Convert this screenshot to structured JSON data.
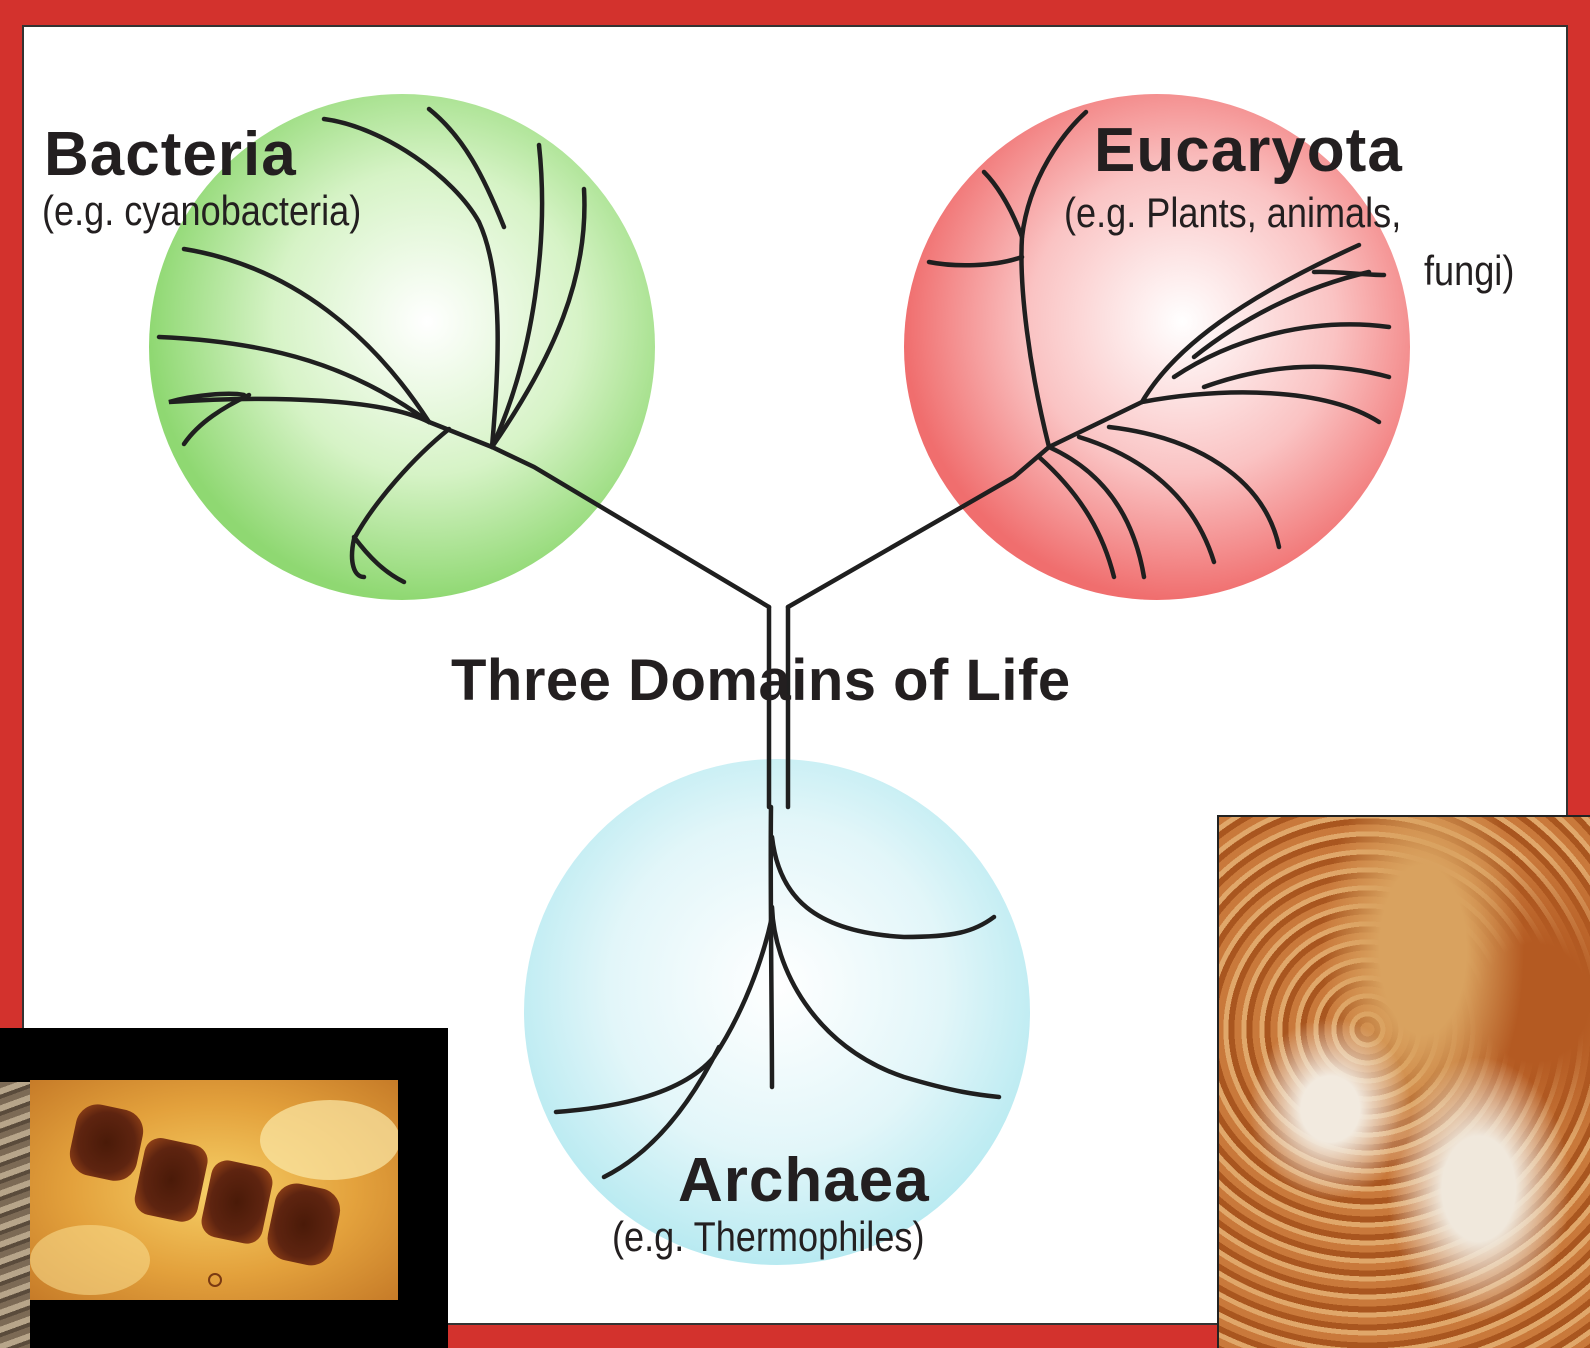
{
  "diagram": {
    "center_title": "Three Domains of Life",
    "domains": [
      {
        "name": "Bacteria",
        "example": "(e.g. cyanobacteria)",
        "color": "#8bd66a"
      },
      {
        "name": "Eucaryota",
        "example_line1": "(e.g. Plants, animals,",
        "example_line2": "fungi)",
        "color": "#f06d6d"
      },
      {
        "name": "Archaea",
        "example": "(e.g. Thermophiles)",
        "color": "#9fe0ea"
      }
    ],
    "branch_color": "#1f1f1f"
  },
  "frame": {
    "border_color": "#d3322d"
  },
  "photos": [
    {
      "subject": "cyanobacteria-micrograph"
    },
    {
      "subject": "thermophile-mineral-photo"
    }
  ]
}
